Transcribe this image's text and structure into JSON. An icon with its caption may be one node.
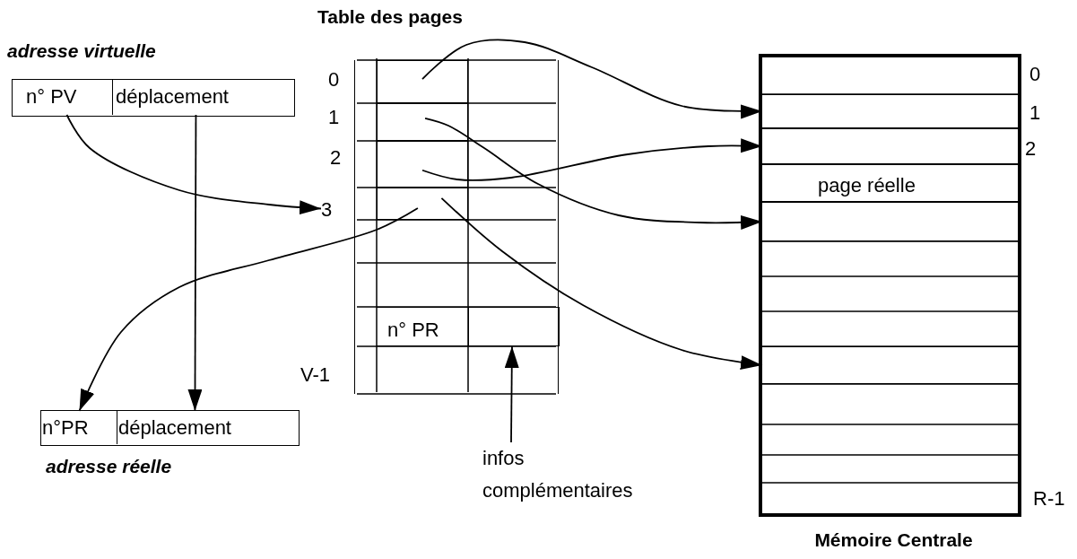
{
  "diagram": {
    "nodes": [
      {
        "text": [
          "adresse virtuelle"
        ]
      },
      {
        "text": [
          "n° PV"
        ],
        "in": 0
      },
      {
        "text": [
          "déplacement"
        ],
        "in": 0
      },
      {
        "text": [
          "Table des pages"
        ]
      },
      {
        "text": [
          "3"
        ]
      },
      {
        "text": [],
        "shape": "box",
        "in": 3
      },
      {
        "text": [],
        "shape": "box",
        "in": 3
      },
      {
        "text": [],
        "shape": "box",
        "in": 3
      },
      {
        "text": [],
        "shape": "box",
        "in": 3
      },
      {
        "text": [
          "n° PR"
        ],
        "in": 3
      },
      {
        "text": [],
        "shape": "box",
        "in": 3
      },
      {
        "text": [
          "infos complémentaires"
        ]
      },
      {
        "text": [
          "Mémoire Centrale"
        ]
      },
      {
        "text": [],
        "shape": "box",
        "in": 12
      },
      {
        "text": [],
        "shape": "box",
        "in": 12
      },
      {
        "text": [
          "page réelle"
        ],
        "in": 12
      },
      {
        "text": [],
        "shape": "box",
        "in": 12
      },
      {
        "text": [],
        "shape": "box",
        "in": 12
      },
      {
        "text": [
          "adresse réelle"
        ]
      },
      {
        "text": [
          "n°PR"
        ],
        "in": 18
      },
      {
        "text": [
          "déplacement"
        ],
        "in": 18
      }
    ],
    "edges": [
      {
        "from": 2,
        "to": 20,
        "arrow": "to"
      },
      {
        "from": 1,
        "to": 4,
        "arrow": "to"
      },
      {
        "from": 5,
        "to": 13,
        "arrow": "to"
      },
      {
        "from": 6,
        "to": 16,
        "arrow": "to"
      },
      {
        "from": 7,
        "to": 14,
        "arrow": "to"
      },
      {
        "from": 8,
        "to": 17,
        "arrow": "to"
      },
      {
        "from": 8,
        "to": 19,
        "arrow": "to"
      },
      {
        "from": 11,
        "to": 10,
        "arrow": "to"
      }
    ],
    "labels": [
      "0",
      "1",
      "2",
      "V-1",
      "0",
      "1",
      "2",
      "R-1"
    ]
  }
}
